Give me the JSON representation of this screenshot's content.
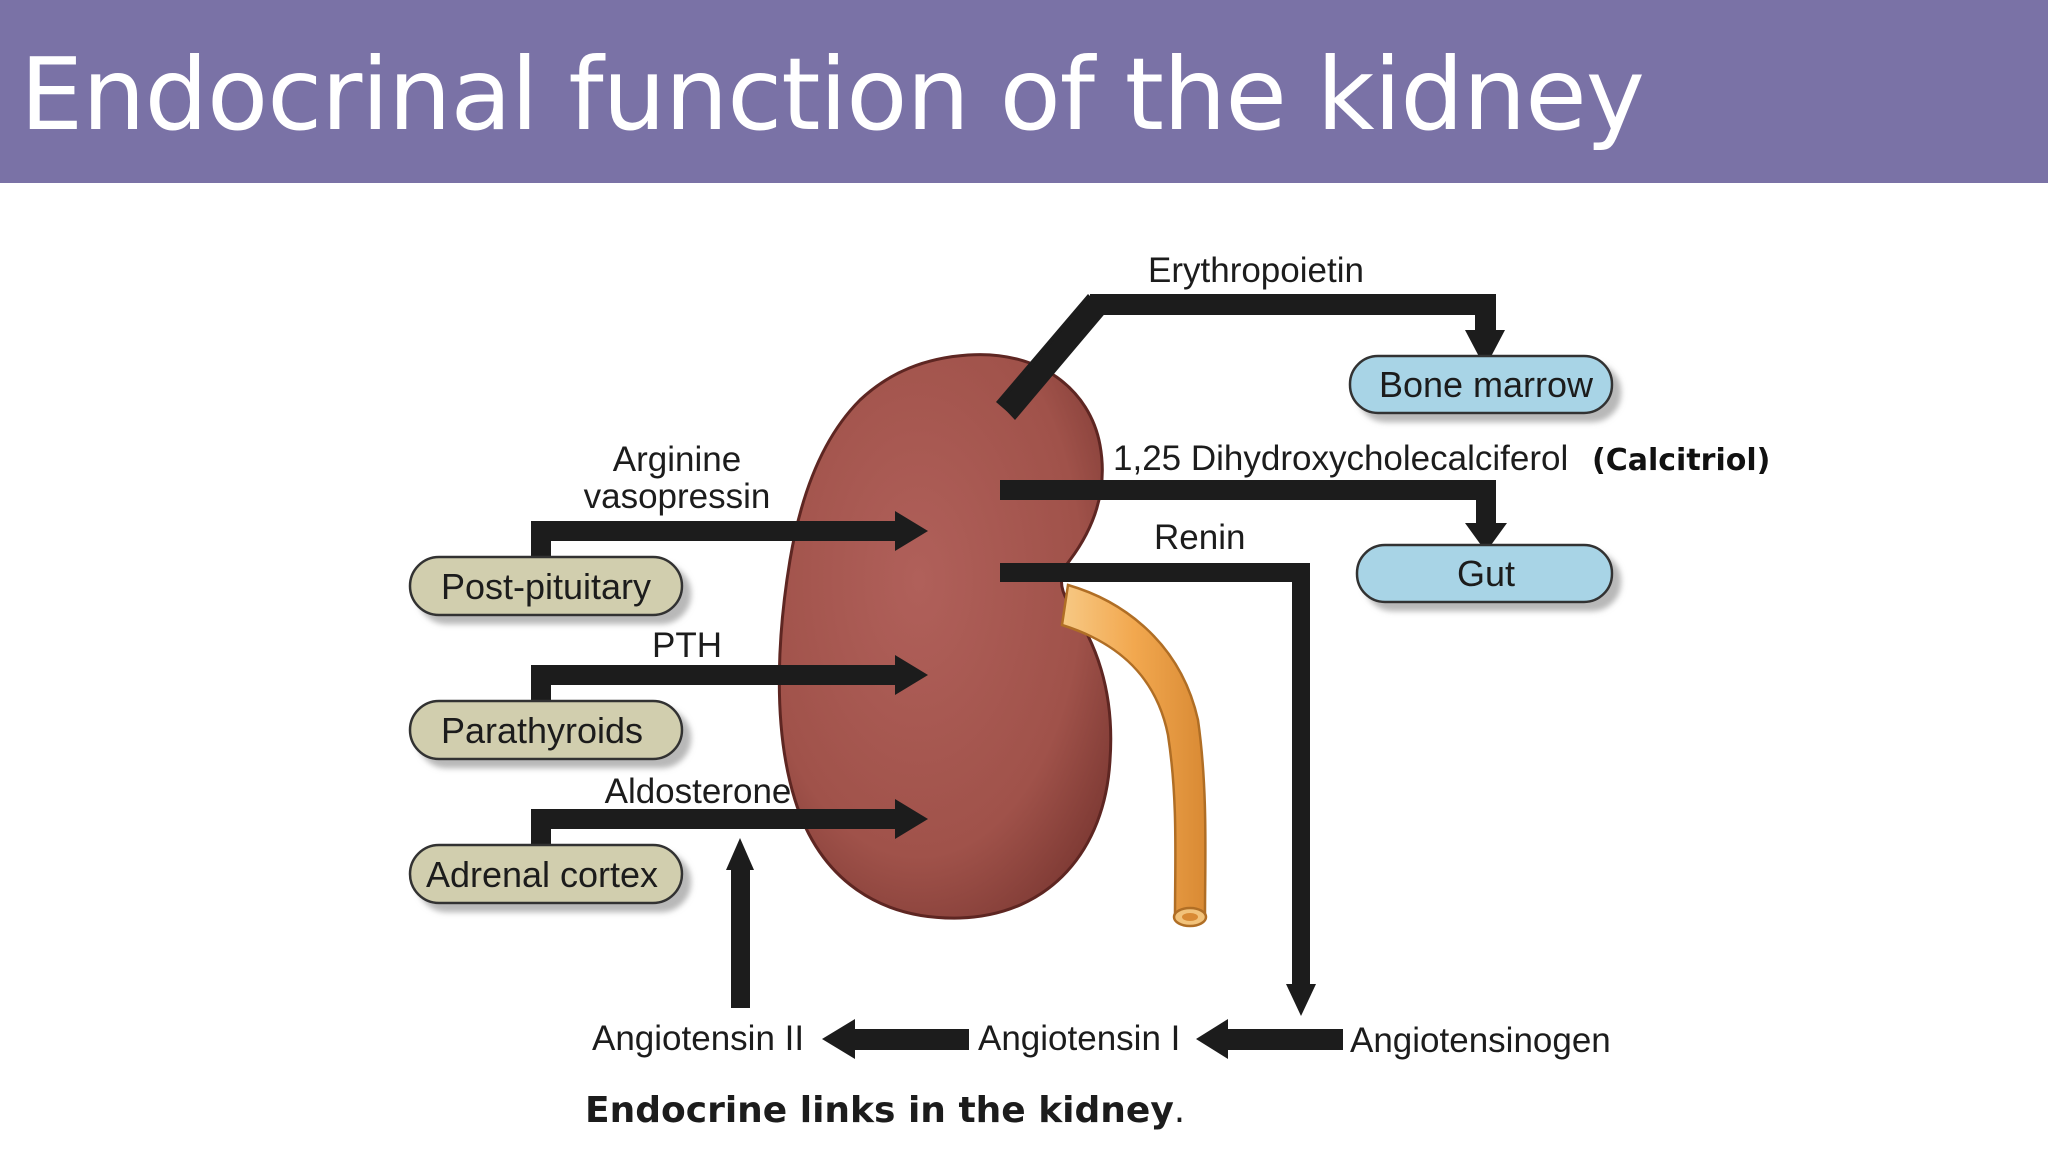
{
  "slide": {
    "title": "Endocrinal function of the kidney"
  },
  "diagram": {
    "organ": "kidney",
    "sources": [
      {
        "label": "Post-pituitary",
        "hormone_line1": "Arginine",
        "hormone_line2": "vasopressin"
      },
      {
        "label": "Parathyroids",
        "hormone": "PTH"
      },
      {
        "label": "Adrenal cortex",
        "hormone": "Aldosterone"
      }
    ],
    "outputs": {
      "erythropoietin": "Erythropoietin",
      "calciferol": "1,25 Dihydroxycholecalciferol",
      "calcitriol": "(Calcitriol)",
      "renin": "Renin"
    },
    "targets": {
      "bone_marrow": "Bone marrow",
      "gut": "Gut"
    },
    "cascade": {
      "angiotensinogen": "Angiotensinogen",
      "angiotensin_1": "Angiotensin I",
      "angiotensin_2": "Angiotensin II"
    },
    "caption_bold": "Endocrine links in the kidney",
    "caption_end": "."
  },
  "colors": {
    "title_bar": "#7a72a6",
    "kidney": "#a0524a",
    "ureter": "#f2a84f",
    "source_box": "#d1ceae",
    "target_box": "#a8d4e6",
    "arrow": "#1c1c1c"
  }
}
